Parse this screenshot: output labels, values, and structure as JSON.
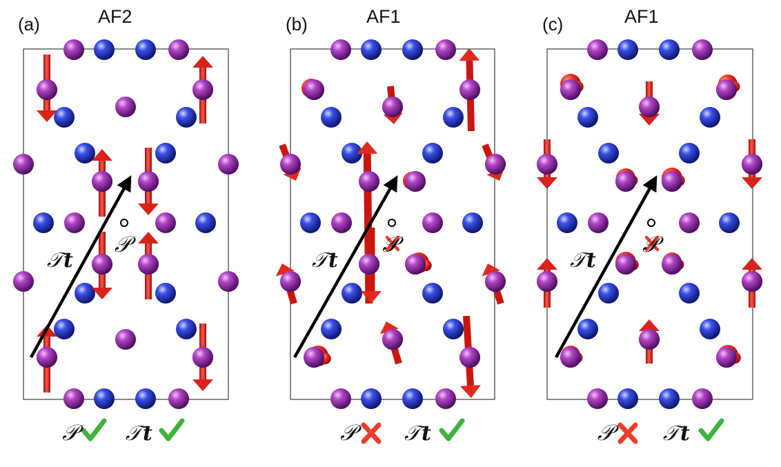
{
  "panels": [
    {
      "tag": "(a)",
      "title": "AF2",
      "center_P": "𝒫",
      "center_P_crossed": false,
      "translation": {
        "T": "𝒯",
        "t": "t"
      },
      "footer": {
        "P": "𝒫",
        "P_status": "check",
        "T": "𝒯",
        "t": "t",
        "Tt_status": "check"
      }
    },
    {
      "tag": "(b)",
      "title": "AF1",
      "center_P": "𝒫",
      "center_P_crossed": true,
      "translation": {
        "T": "𝒯",
        "t": "t"
      },
      "footer": {
        "P": "𝒫",
        "P_status": "cross",
        "T": "𝒯",
        "t": "t",
        "Tt_status": "check"
      }
    },
    {
      "tag": "(c)",
      "title": "AF1",
      "center_P": "𝒫",
      "center_P_crossed": true,
      "translation": {
        "T": "𝒯",
        "t": "t"
      },
      "footer": {
        "P": "𝒫",
        "P_status": "cross",
        "T": "𝒯",
        "t": "t",
        "Tt_status": "check"
      }
    }
  ],
  "colors": {
    "magnetic_atom": "#9b2fa8",
    "nonmagnetic_atom": "#2f3fd6",
    "spin_arrow": "#e02020",
    "translation_arrow": "#000000",
    "check": "#3fb23a",
    "cross": "#ee3b2c",
    "cell_border": "#555555"
  },
  "icons": {
    "check": "check-icon",
    "cross": "cross-icon",
    "inversion_center": "inversion-center-icon"
  }
}
